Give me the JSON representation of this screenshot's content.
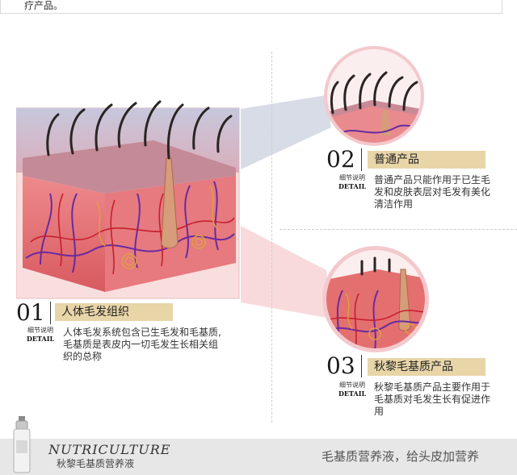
{
  "top_text": "疗产品。",
  "sections": [
    {
      "number": "01",
      "title": "人体毛发组织",
      "detail_cn": "细节说明",
      "detail_en": "DETAIL",
      "desc": [
        "人体毛发系统包含已生毛发和毛基质,",
        "毛基质是表皮内一切毛发生长相关组",
        "织的总称"
      ]
    },
    {
      "number": "02",
      "title": "普通产品",
      "detail_cn": "细节说明",
      "detail_en": "DETAIL",
      "desc": [
        "普通产品只能作用于已生毛",
        "发和皮肤表层对毛发有美化",
        "清洁作用"
      ]
    },
    {
      "number": "03",
      "title": "秋黎毛基质产品",
      "detail_cn": "细节说明",
      "detail_en": "DETAIL",
      "desc": [
        "秋黎毛基质产品主要作用于",
        "毛基质对毛发生长有促进作",
        "用"
      ]
    }
  ],
  "footer": {
    "brand_en": "NUTRICULTURE",
    "brand_cn": "秋黎毛基质营养液",
    "slogan": "毛基质营养液，给头皮加营养"
  },
  "colors": {
    "title_band": "#e8d5a8",
    "skin": "#e46f6f",
    "vessel": "#6a2aa0",
    "hair": "#2b2424"
  },
  "icons": [
    "skin-diagram",
    "product-bottle-icon"
  ]
}
